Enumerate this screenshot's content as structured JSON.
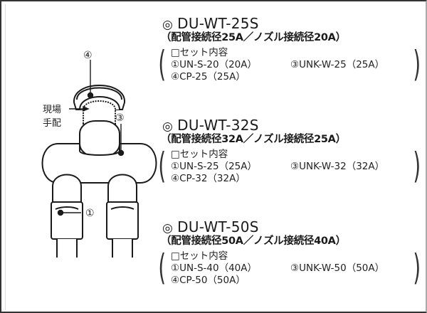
{
  "diagram": {
    "labels": {
      "part1": "①",
      "part3": "③",
      "part4": "④",
      "field_supplied_line1": "現場",
      "field_supplied_line2": "手配"
    }
  },
  "models": [
    {
      "mark": "◎",
      "name": "DU-WT-25S",
      "spec": "（配管接続径25A／ノズル接続径20A）",
      "set_heading": "□セット内容",
      "items": [
        [
          "①UN-S-20（20A）",
          "③UNK-W-25（25A）"
        ],
        [
          "④CP-25（25A）",
          ""
        ]
      ]
    },
    {
      "mark": "◎",
      "name": "DU-WT-32S",
      "spec": "（配管接続径32A／ノズル接続径25A）",
      "set_heading": "□セット内容",
      "items": [
        [
          "①UN-S-25（25A）",
          "③UNK-W-32（32A）"
        ],
        [
          "④CP-32（32A）",
          ""
        ]
      ]
    },
    {
      "mark": "◎",
      "name": "DU-WT-50S",
      "spec": "（配管接続径50A／ノズル接続径40A）",
      "set_heading": "□セット内容",
      "items": [
        [
          "①UN-S-40（40A）",
          "③UNK-W-50（50A）"
        ],
        [
          "④CP-50（50A）",
          ""
        ]
      ]
    }
  ],
  "colors": {
    "line": "#1a1a1a",
    "border": "#333333",
    "background": "#ffffff"
  }
}
